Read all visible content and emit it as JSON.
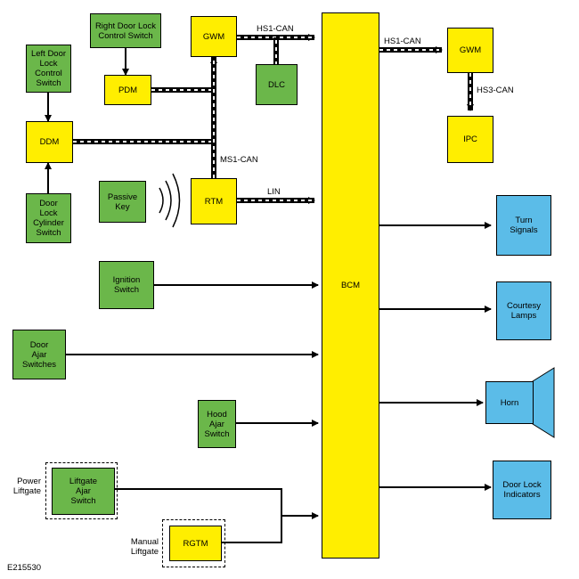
{
  "diagram": {
    "modules": {
      "bcm": "BCM",
      "gwm_left": "GWM",
      "gwm_right": "GWM",
      "dlc": "DLC",
      "ipc": "IPC",
      "pdm": "PDM",
      "ddm": "DDM",
      "rtm": "RTM",
      "rgtm": "RGTM"
    },
    "inputs": {
      "right_door_lock_switch": "Right Door Lock\nControl Switch",
      "left_door_lock_switch": "Left Door\nLock\nControl\nSwitch",
      "door_lock_cylinder_switch": "Door\nLock\nCylinder\nSwitch",
      "passive_key": "Passive\nKey",
      "ignition_switch": "Ignition\nSwitch",
      "door_ajar_switches": "Door\nAjar\nSwitches",
      "hood_ajar_switch": "Hood\nAjar\nSwitch",
      "liftgate_ajar_switch": "Liftgate\nAjar\nSwitch"
    },
    "outputs": {
      "turn_signals": "Turn\nSignals",
      "courtesy_lamps": "Courtesy\nLamps",
      "horn": "Horn",
      "door_lock_indicators": "Door Lock\nIndicators"
    },
    "bus_labels": {
      "hs1_can_left": "HS1-CAN",
      "hs1_can_right": "HS1-CAN",
      "hs3_can": "HS3-CAN",
      "ms1_can": "MS1-CAN",
      "lin": "LIN"
    },
    "group_labels": {
      "power_liftgate": "Power\nLiftgate",
      "manual_liftgate": "Manual\nLiftgate"
    },
    "figure_id": "E215530"
  },
  "colors": {
    "module_yellow": "#ffee00",
    "input_green": "#6bb74a",
    "output_blue": "#5bbce8"
  }
}
